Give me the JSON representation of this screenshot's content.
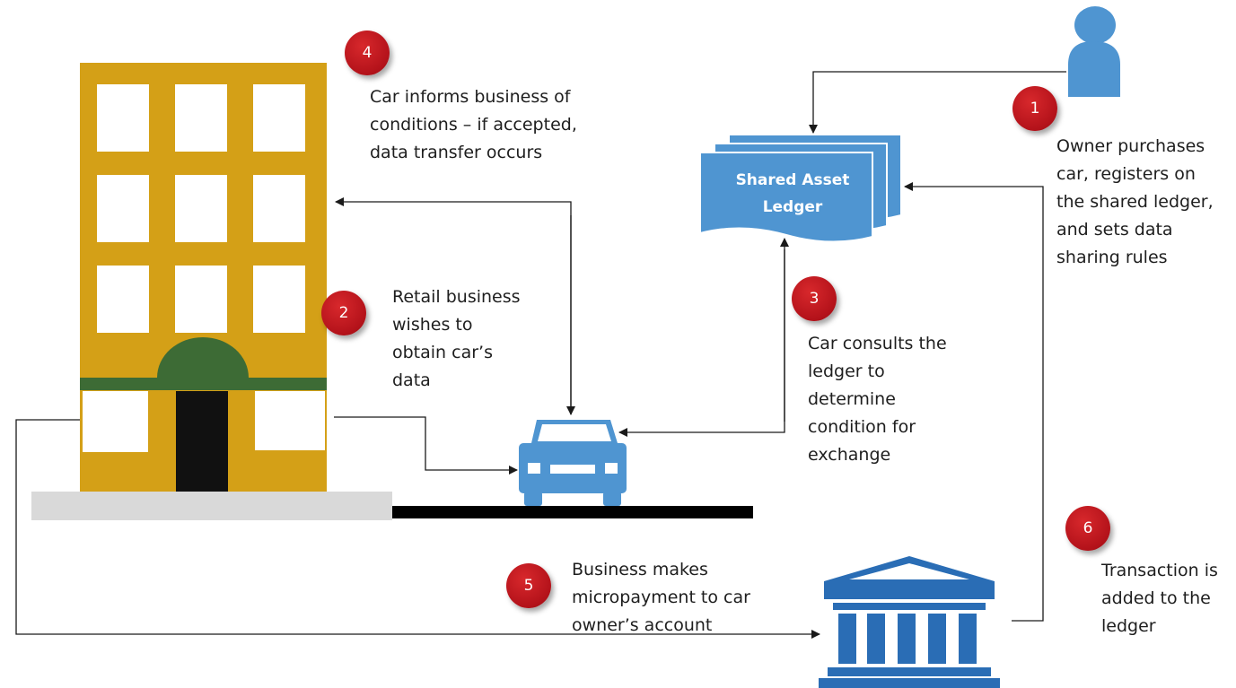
{
  "ledger": {
    "label": "Shared Asset\nLedger"
  },
  "steps": [
    {
      "number": "1",
      "text": "Owner purchases\ncar, registers on\nthe shared ledger,\nand sets data\nsharing rules"
    },
    {
      "number": "2",
      "text": "Retail business\nwishes to\nobtain car’s\ndata"
    },
    {
      "number": "3",
      "text": "Car consults the\nledger to\ndetermine\ncondition for\nexchange"
    },
    {
      "number": "4",
      "text": "Car informs business of\nconditions – if accepted,\ndata transfer occurs"
    },
    {
      "number": "5",
      "text": "Business makes\nmicropayment to car\nowner’s account"
    },
    {
      "number": "6",
      "text": "Transaction is\nadded to the\nledger"
    }
  ],
  "colors": {
    "building": "#d4a017",
    "building_window": "#ffffff",
    "awning": "#3d6b35",
    "door": "#111111",
    "icon_blue": "#4f95d1",
    "bank_blue": "#2a6db5",
    "badge_red": "#c0141b",
    "sidewalk": "#d9d9d9",
    "road": "#000000"
  },
  "icons": [
    "person-icon",
    "ledger-stack-icon",
    "building-icon",
    "car-icon",
    "bank-icon"
  ]
}
